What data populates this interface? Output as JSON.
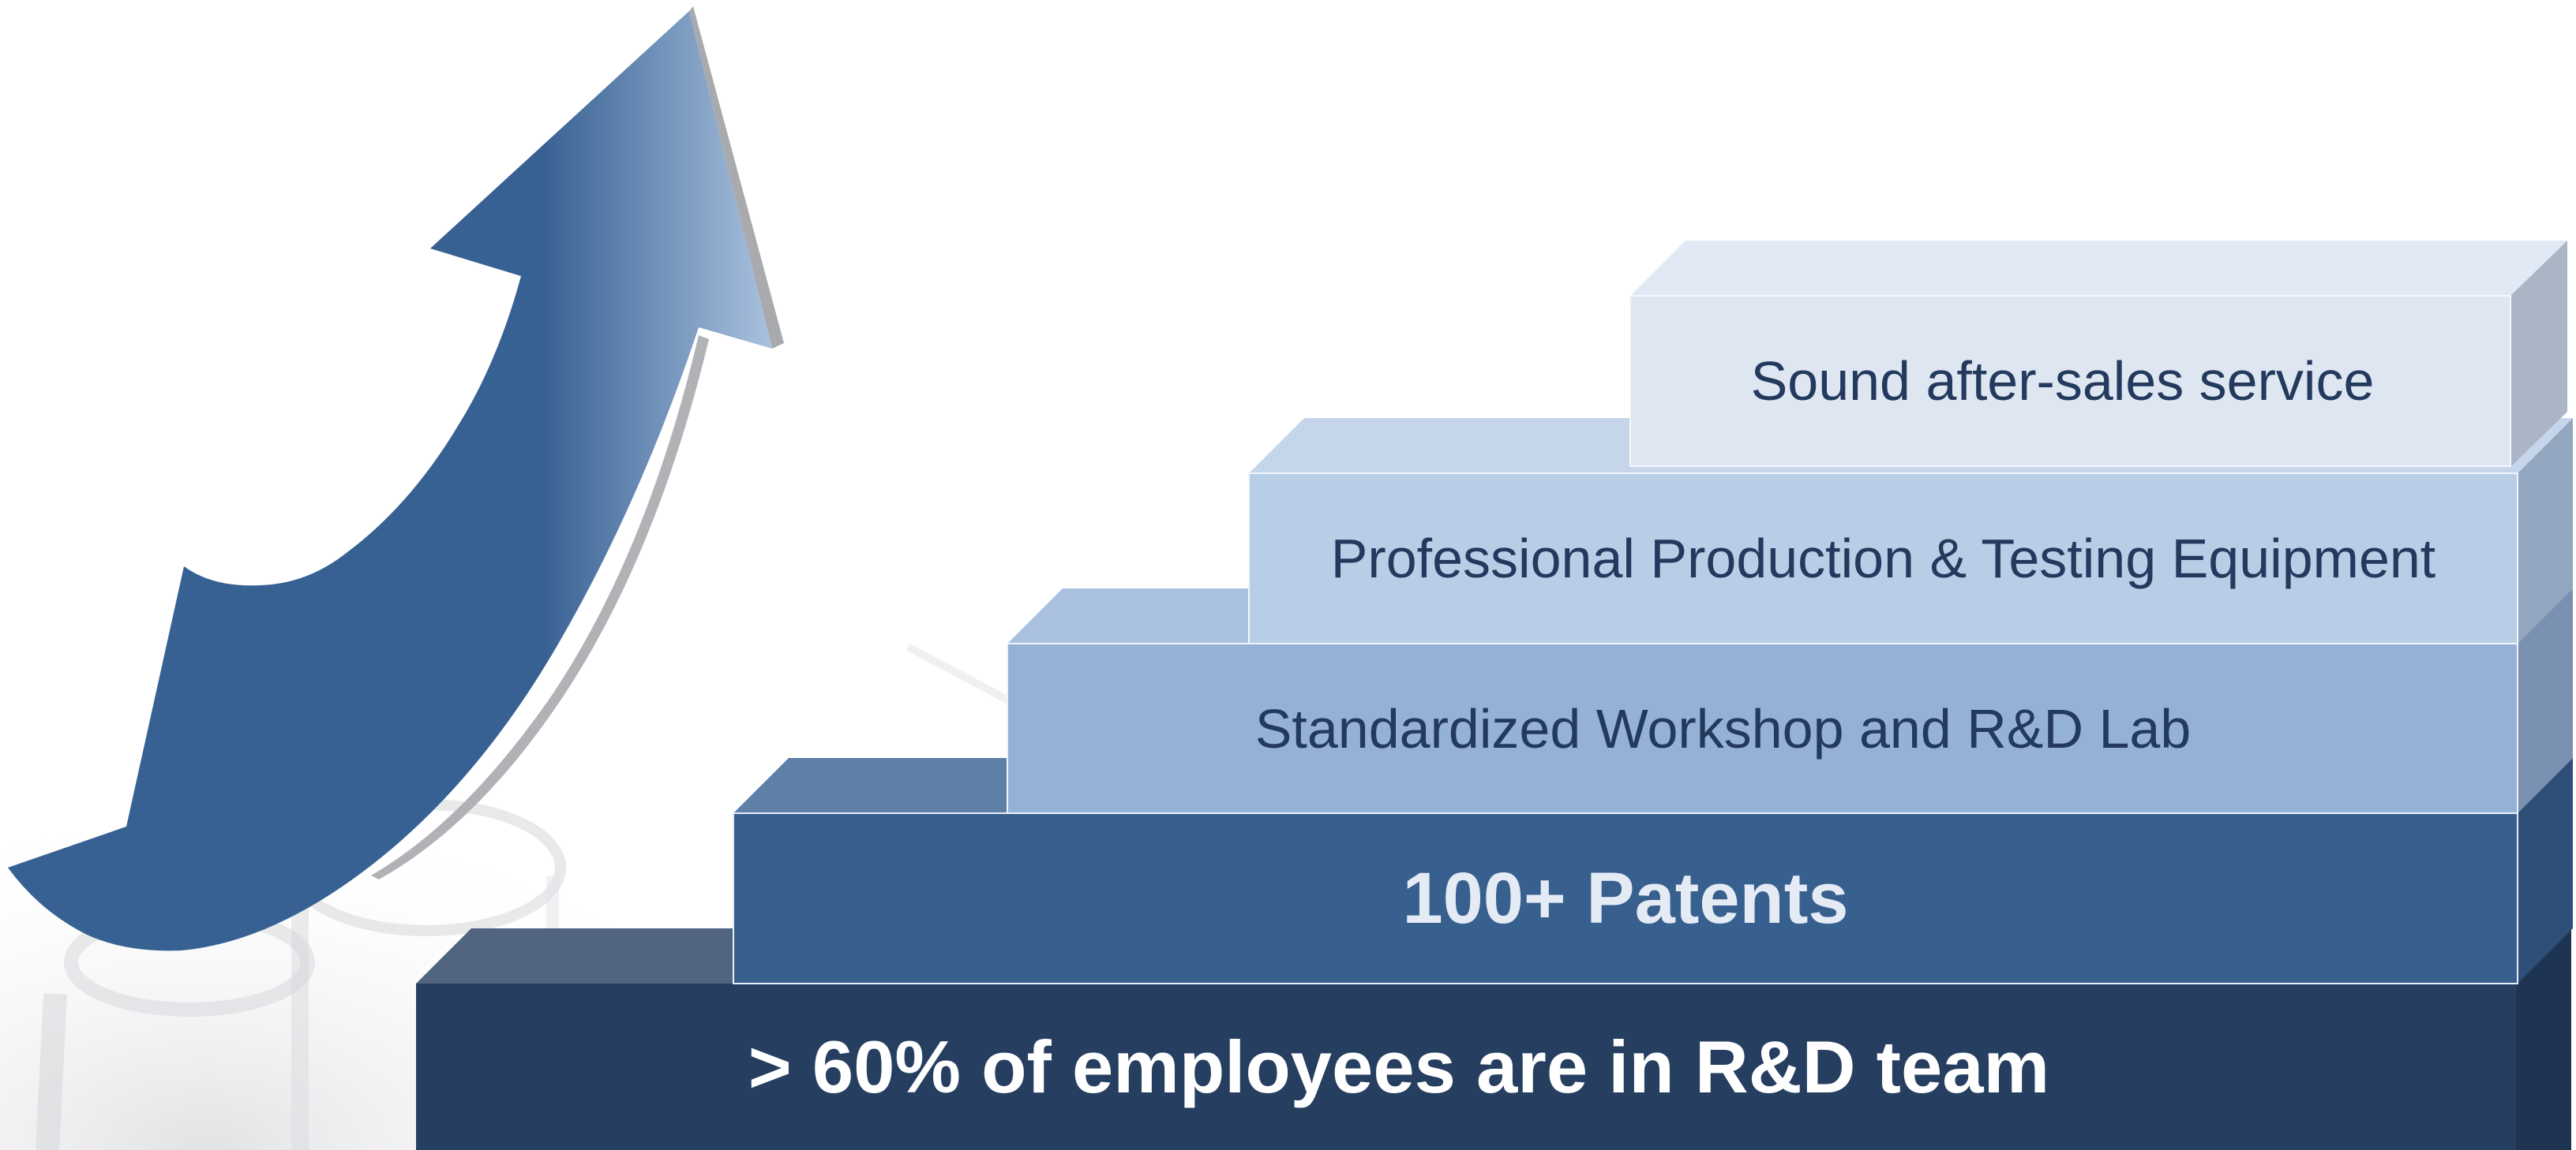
{
  "diagram": {
    "steps": [
      {
        "label": "> 60% of employees are in R&D team",
        "color": "#263f60"
      },
      {
        "label": "100+ Patents",
        "color": "#37608f"
      },
      {
        "label": "Standardized Workshop and R&D Lab",
        "color": "#95b2d6"
      },
      {
        "label": "Professional Production & Testing Equipment",
        "color": "#b8cde6"
      },
      {
        "label": "Sound after-sales service",
        "color": "#dde6f1"
      }
    ],
    "arrow": {
      "color": "#386193",
      "icon": "growth-arrow-icon"
    },
    "background": {
      "icon": "lab-glassware-icon"
    }
  }
}
